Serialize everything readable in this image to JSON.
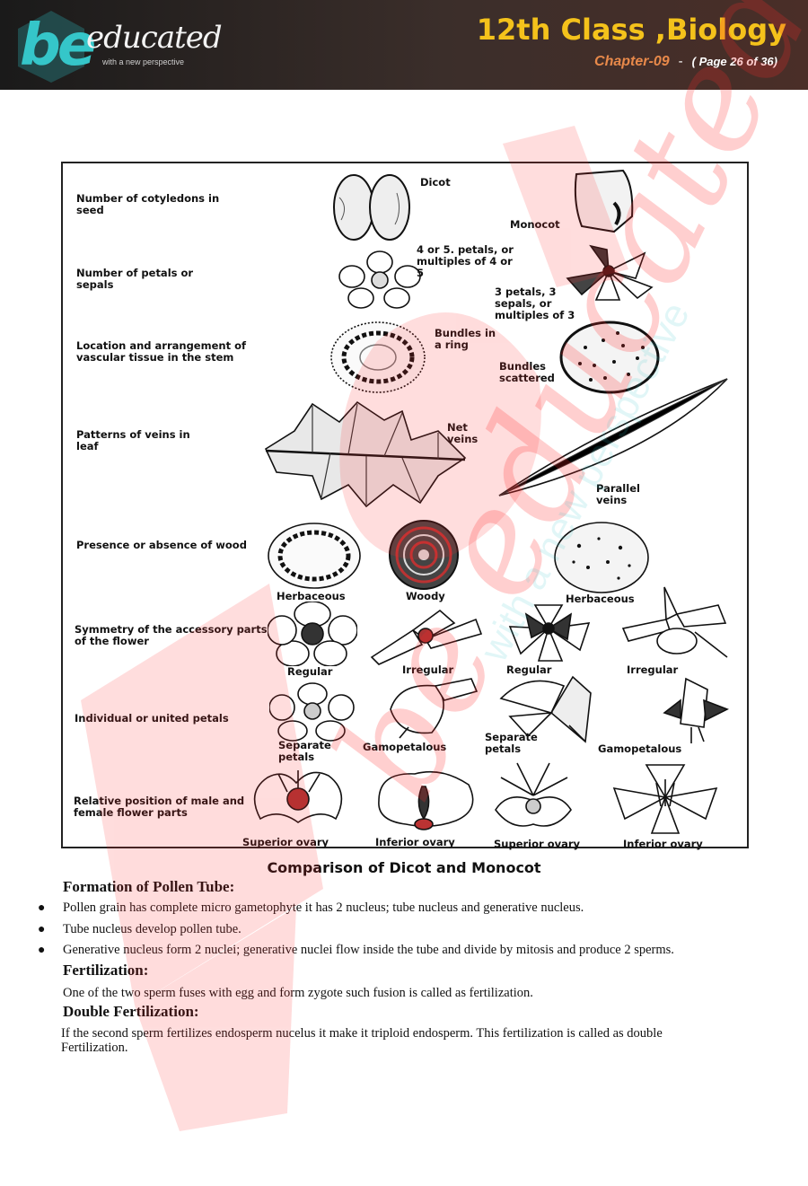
{
  "header": {
    "logo_be": "be",
    "logo_word": "educated",
    "logo_tagline": "with a new perspective",
    "title": "12th Class ,Biology",
    "chapter": "Chapter-09",
    "dash": "-",
    "page": "( Page 26 of 36)"
  },
  "figure": {
    "rows": [
      "Number of cotyledons in seed",
      "Number of petals or sepals",
      "Location and arrangement of vascular tissue in the stem",
      "Patterns of veins in leaf",
      "Presence or absence of wood",
      "Symmetry of the accessory parts of the flower",
      "Individual or united petals",
      "Relative position of male and female flower parts"
    ],
    "labels": {
      "dicot": "Dicot",
      "monocot": "Monocot",
      "dicot_petals": "4 or 5. petals, or multiples of 4 or 5",
      "monocot_petals": "3 petals, 3 sepals, or multiples of 3",
      "bundles_ring": "Bundles in a ring",
      "bundles_scattered": "Bundles scattered",
      "net_veins": "Net veins",
      "parallel_veins": "Parallel veins",
      "herbaceous1": "Herbaceous",
      "woody": "Woody",
      "herbaceous2": "Herbaceous",
      "regular1": "Regular",
      "irregular1": "Irregular",
      "regular2": "Regular",
      "irregular2": "Irregular",
      "separate1": "Separate petals",
      "gamo1": "Gamopetalous",
      "separate2": "Separate petals",
      "gamo2": "Gamopetalous",
      "superior1": "Superior ovary",
      "inferior1": "Inferior ovary",
      "superior2": "Superior ovary",
      "inferior2": "Inferior ovary"
    },
    "caption": "Comparison of Dicot and Monocot"
  },
  "content": {
    "pollen_heading": "Formation of Pollen Tube:",
    "bullets": [
      "Pollen grain has complete micro gametophyte it has 2 nucleus; tube nucleus and generative nucleus.",
      "Tube nucleus develop pollen tube.",
      "Generative nucleus form 2 nuclei;  generative nuclei flow inside the tube and divide by mitosis and produce 2 sperms."
    ],
    "fert_heading": "Fertilization:",
    "fert_text": "One of the two sperm fuses with egg and form zygote such fusion is called as fertilization.",
    "double_heading": "Double Fertilization:",
    "double_text_1": "If the second sperm fertilizes endosperm nucelus it make it triploid endosperm. This fertilization is called as double",
    "double_text_2": "Fertilization."
  },
  "watermark": {
    "mark": "be educated",
    "tagline": "with a new perspective"
  },
  "colors": {
    "accent_teal": "#35c6c9",
    "title_yellow": "#f4c21b",
    "chapter_orange": "#e8894a",
    "watermark_red": "#ff2a2a"
  }
}
